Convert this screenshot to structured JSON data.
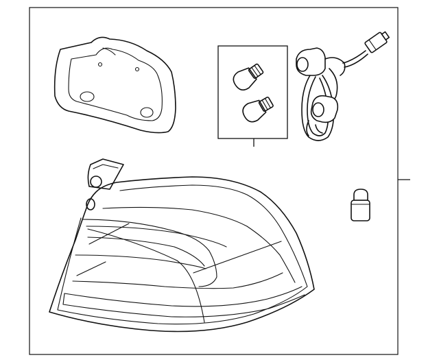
{
  "diagram": {
    "parts": [
      {
        "id": "gasket",
        "icon": "gasket-icon"
      },
      {
        "id": "bulbs",
        "icon": "bulb-icon",
        "count": 2
      },
      {
        "id": "socket-harness",
        "icon": "socket-harness-icon"
      },
      {
        "id": "tail-lamp-housing",
        "icon": "tail-lamp-icon"
      },
      {
        "id": "small-bulb",
        "icon": "small-bulb-icon"
      }
    ],
    "colors": {
      "line": "#111111",
      "background": "#ffffff"
    }
  }
}
